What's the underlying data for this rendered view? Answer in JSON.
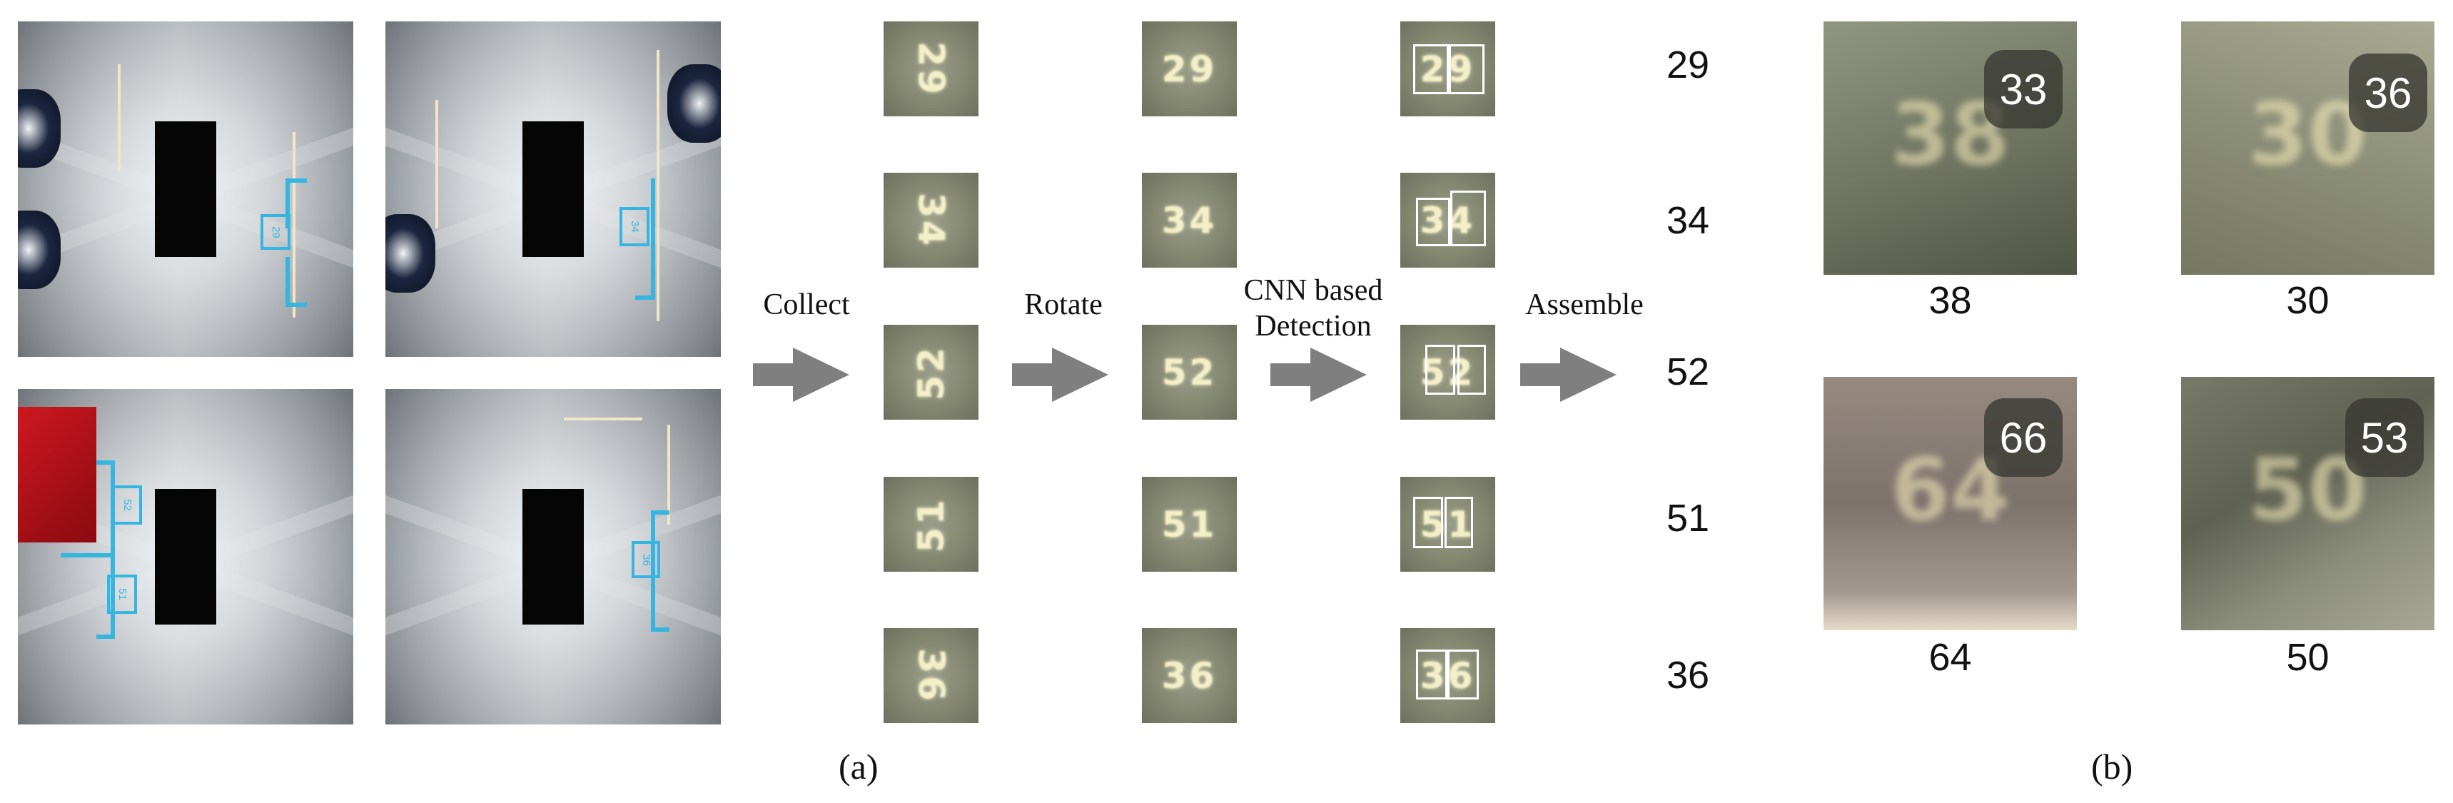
{
  "surround_views": [
    {
      "slot_labels": [
        "29"
      ]
    },
    {
      "slot_labels": [
        "34"
      ]
    },
    {
      "slot_labels": [
        "52",
        "51"
      ]
    },
    {
      "slot_labels": [
        "36"
      ]
    }
  ],
  "pipeline": {
    "steps": [
      "Collect",
      "Rotate",
      "CNN based\nDetection",
      "Assemble"
    ],
    "collected": [
      "29",
      "34",
      "52",
      "51",
      "36"
    ],
    "rotated": [
      "29",
      "34",
      "52",
      "51",
      "36"
    ],
    "detected": [
      "29",
      "34",
      "52",
      "51",
      "36"
    ],
    "results": [
      "29",
      "34",
      "52",
      "51",
      "36"
    ]
  },
  "captions": {
    "a": "(a)",
    "b": "(b)"
  },
  "failure_examples": [
    {
      "predicted": "33",
      "true": "38"
    },
    {
      "predicted": "36",
      "true": "30"
    },
    {
      "predicted": "66",
      "true": "64"
    },
    {
      "predicted": "53",
      "true": "50"
    }
  ],
  "colors": {
    "slot_marker": "#35b5e0",
    "arrow": "#7f7f7f",
    "badge": "#37372f"
  }
}
